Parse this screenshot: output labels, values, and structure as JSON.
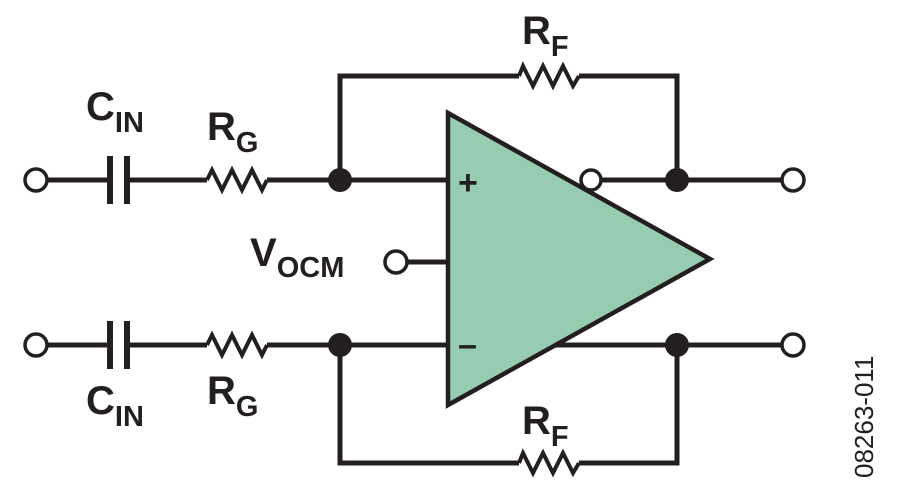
{
  "labels": {
    "cin_top": {
      "main": "C",
      "sub": "IN"
    },
    "rg_top": {
      "main": "R",
      "sub": "G"
    },
    "rf_top": {
      "main": "R",
      "sub": "F"
    },
    "vocm": {
      "main": "V",
      "sub": "OCM"
    },
    "cin_bottom": {
      "main": "C",
      "sub": "IN"
    },
    "rg_bottom": {
      "main": "R",
      "sub": "G"
    },
    "rf_bottom": {
      "main": "R",
      "sub": "F"
    }
  },
  "amplifier": {
    "plus_sign": "+",
    "minus_sign": "–",
    "fill_color": "#96cdb0"
  },
  "figure_id": "08263-011",
  "colors": {
    "line": "#231f20",
    "background": "#ffffff"
  }
}
